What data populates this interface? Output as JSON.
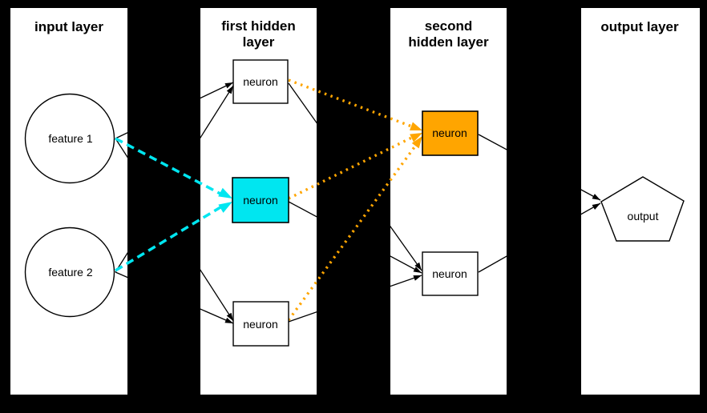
{
  "diagram": {
    "type": "neural-network-architecture",
    "background_color": "#000000",
    "panel_color": "#ffffff",
    "colors": {
      "cyan_highlight": "#00e6f0",
      "orange_highlight": "#ffa500",
      "edge": "#000000",
      "text": "#000000"
    },
    "panels": [
      {
        "id": "input-layer",
        "lines": [
          "input layer",
          ""
        ]
      },
      {
        "id": "first-hidden-layer",
        "lines": [
          "first hidden",
          "layer"
        ]
      },
      {
        "id": "second-hidden-layer",
        "lines": [
          "second",
          "hidden layer"
        ]
      },
      {
        "id": "output-layer",
        "lines": [
          "output layer",
          ""
        ]
      }
    ],
    "nodes": {
      "feature1": {
        "label": "feature 1",
        "shape": "circle",
        "fill": "#ffffff"
      },
      "feature2": {
        "label": "feature 2",
        "shape": "circle",
        "fill": "#ffffff"
      },
      "hidden1_top": {
        "label": "neuron",
        "shape": "rect",
        "fill": "#ffffff"
      },
      "hidden1_middle": {
        "label": "neuron",
        "shape": "rect",
        "fill": "#00e6f0"
      },
      "hidden1_bottom": {
        "label": "neuron",
        "shape": "rect",
        "fill": "#ffffff"
      },
      "hidden2_top": {
        "label": "neuron",
        "shape": "rect",
        "fill": "#ffa500"
      },
      "hidden2_bottom": {
        "label": "neuron",
        "shape": "rect",
        "fill": "#ffffff"
      },
      "output": {
        "label": "output",
        "shape": "pentagon",
        "fill": "#ffffff"
      }
    },
    "edges": [
      {
        "from": "feature1",
        "to": "hidden1_top",
        "style": "solid",
        "color": "#000000"
      },
      {
        "from": "feature1",
        "to": "hidden1_middle",
        "style": "dashed",
        "color": "#00e6f0"
      },
      {
        "from": "feature1",
        "to": "hidden1_bottom",
        "style": "solid",
        "color": "#000000"
      },
      {
        "from": "feature2",
        "to": "hidden1_top",
        "style": "solid",
        "color": "#000000"
      },
      {
        "from": "feature2",
        "to": "hidden1_middle",
        "style": "dashed",
        "color": "#00e6f0"
      },
      {
        "from": "feature2",
        "to": "hidden1_bottom",
        "style": "solid",
        "color": "#000000"
      },
      {
        "from": "hidden1_top",
        "to": "hidden2_top",
        "style": "dotted",
        "color": "#ffa500"
      },
      {
        "from": "hidden1_top",
        "to": "hidden2_bottom",
        "style": "solid",
        "color": "#000000"
      },
      {
        "from": "hidden1_middle",
        "to": "hidden2_top",
        "style": "dotted",
        "color": "#ffa500"
      },
      {
        "from": "hidden1_middle",
        "to": "hidden2_bottom",
        "style": "solid",
        "color": "#000000"
      },
      {
        "from": "hidden1_bottom",
        "to": "hidden2_top",
        "style": "dotted",
        "color": "#ffa500"
      },
      {
        "from": "hidden1_bottom",
        "to": "hidden2_bottom",
        "style": "solid",
        "color": "#000000"
      },
      {
        "from": "hidden2_top",
        "to": "output",
        "style": "solid",
        "color": "#000000"
      },
      {
        "from": "hidden2_bottom",
        "to": "output",
        "style": "solid",
        "color": "#000000"
      }
    ]
  }
}
